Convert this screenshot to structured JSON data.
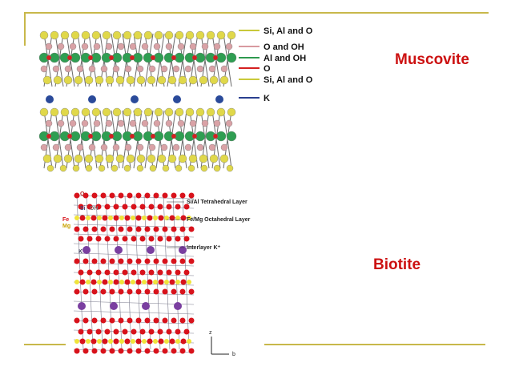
{
  "slide": {
    "title": "",
    "colors": {
      "rule": "#c8b84a",
      "mineral_label": "#cc1111"
    }
  },
  "muscovite": {
    "label": "Muscovite",
    "legend": [
      {
        "text": "Si, Al and O",
        "color": "#c9c93a"
      },
      {
        "text": "O and OH",
        "color": "#d89aa0"
      },
      {
        "text": "Al and OH",
        "color": "#2e9a4f"
      },
      {
        "text": "O",
        "color": "#d42020"
      },
      {
        "text": "Si, Al and O",
        "color": "#c9c93a"
      },
      {
        "text": "K",
        "color": "#2a3f8f"
      }
    ]
  },
  "biotite": {
    "label": "Biotite",
    "side_labels": {
      "o": "O",
      "si": "Si",
      "oh": "OH",
      "fe": "Fe",
      "mg": "Mg",
      "k": "K"
    },
    "callouts": [
      "Si/Al Tetrahedral Layer",
      "Fe/Mg Octahedral Layer",
      "Interlayer K⁺"
    ],
    "axis": {
      "z": "z",
      "x": "b"
    }
  }
}
